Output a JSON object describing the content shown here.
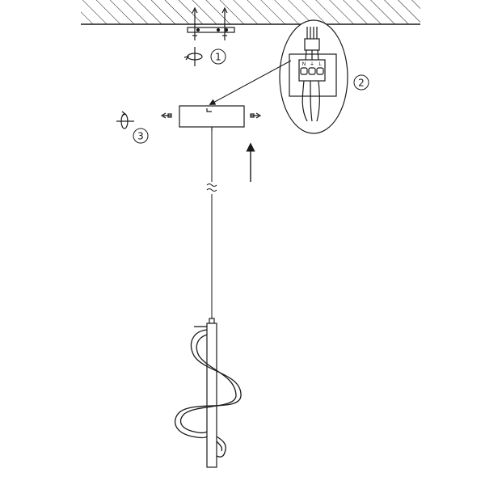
{
  "steps": [
    {
      "id": "step-1",
      "label": "1"
    },
    {
      "id": "step-2",
      "label": "2"
    },
    {
      "id": "step-3",
      "label": "3"
    }
  ],
  "terminal_labels": [
    "N",
    "⏚",
    "L"
  ],
  "colors": {
    "line": "#1a1a1a",
    "background": "#ffffff"
  }
}
